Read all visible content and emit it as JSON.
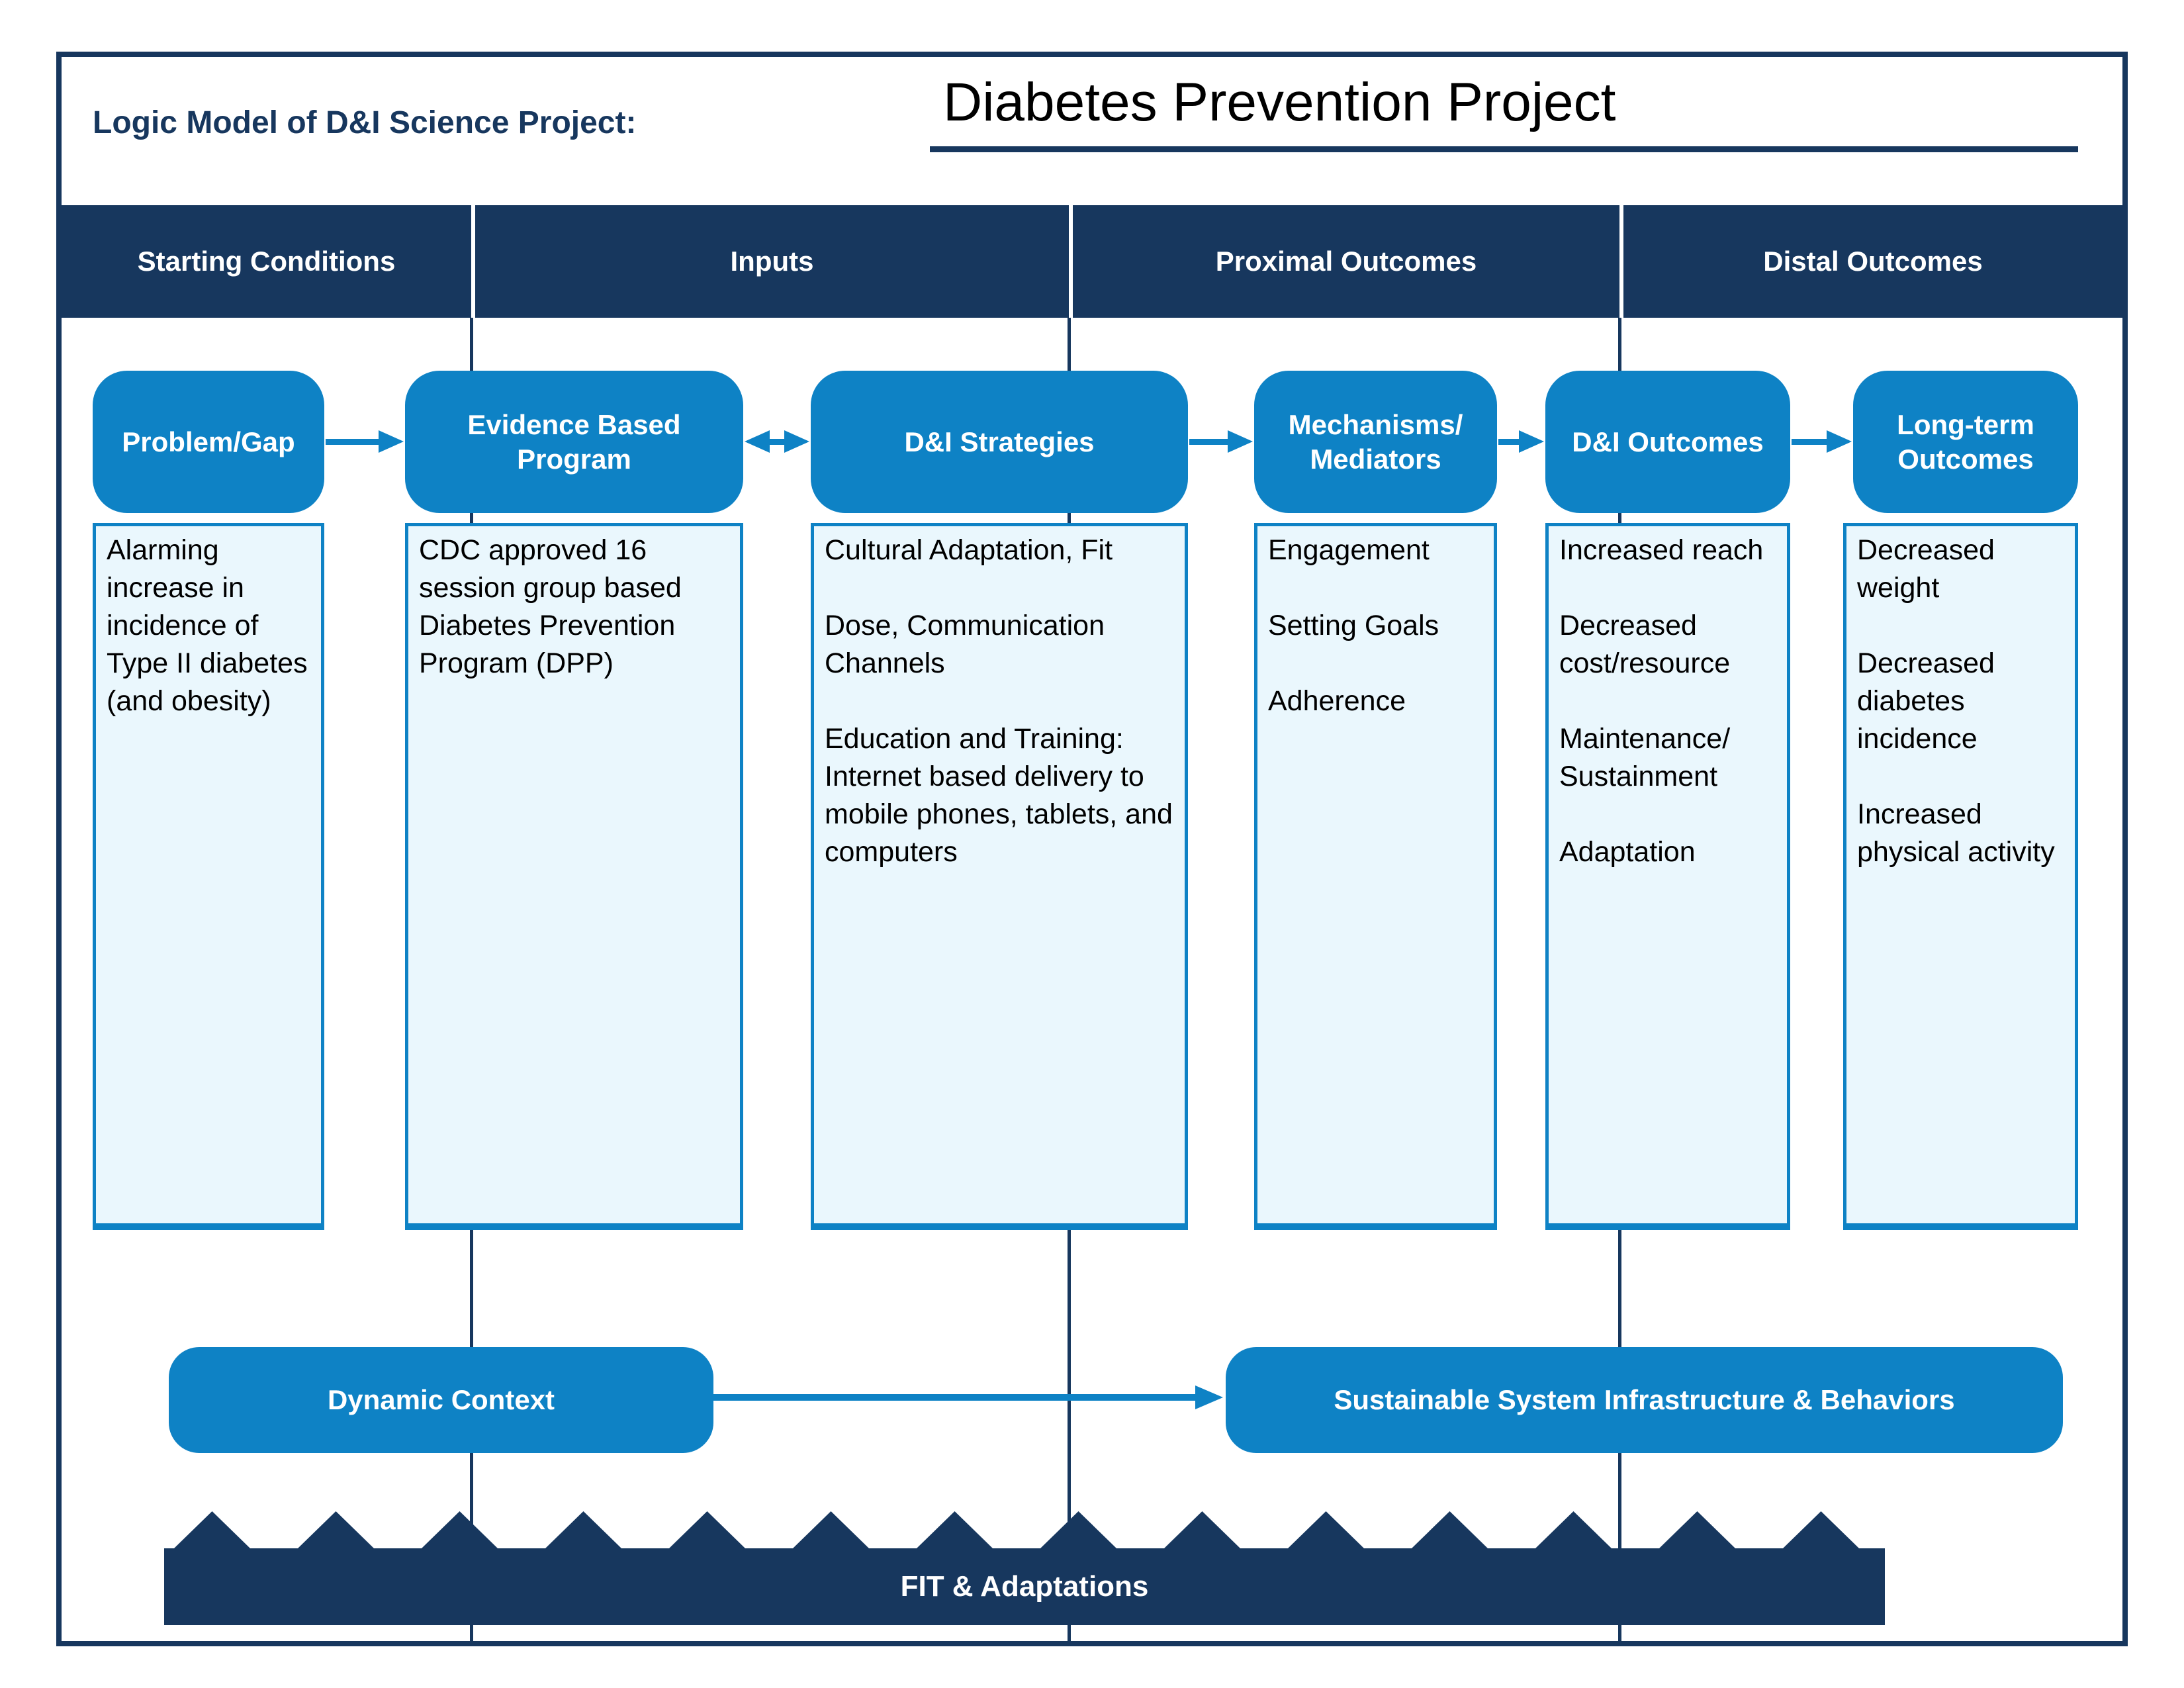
{
  "title": {
    "label": "Logic Model of D&I Science Project:",
    "project": "Diabetes Prevention Project"
  },
  "colors": {
    "navy": "#17375E",
    "blue": "#0E82C5",
    "panel_fill": "#EAF7FD",
    "panel_border": "#0E82C5",
    "text": "#000000",
    "inverse_text": "#FFFFFF"
  },
  "header": {
    "columns": [
      {
        "label": "Starting Conditions"
      },
      {
        "label": "Inputs"
      },
      {
        "label": "Proximal Outcomes"
      },
      {
        "label": "Distal Outcomes"
      }
    ]
  },
  "flow": {
    "nodes": [
      {
        "label": "Problem/Gap",
        "body": "Alarming increase in incidence of Type II diabetes (and obesity)"
      },
      {
        "label": "Evidence Based\nProgram",
        "body": "CDC approved 16 session group based Diabetes Prevention Program (DPP)"
      },
      {
        "label": "D&I Strategies",
        "body": "Cultural Adaptation, Fit\n\nDose, Communication Channels\n\nEducation and Training: Internet based delivery to mobile phones, tablets, and computers"
      },
      {
        "label": "Mechanisms/\nMediators",
        "body": "Engagement\n\nSetting Goals\n\nAdherence"
      },
      {
        "label": "D&I Outcomes",
        "body": "Increased reach\n\nDecreased cost/resource\n\nMaintenance/\nSustainment\n\nAdaptation"
      },
      {
        "label": "Long-term\nOutcomes",
        "body": "Decreased weight\n\nDecreased diabetes incidence\n\nIncreased physical activity"
      }
    ]
  },
  "bottom": {
    "dynamic_context": "Dynamic Context",
    "sustainable": "Sustainable System Infrastructure & Behaviors",
    "fit_banner": "FIT & Adaptations"
  }
}
